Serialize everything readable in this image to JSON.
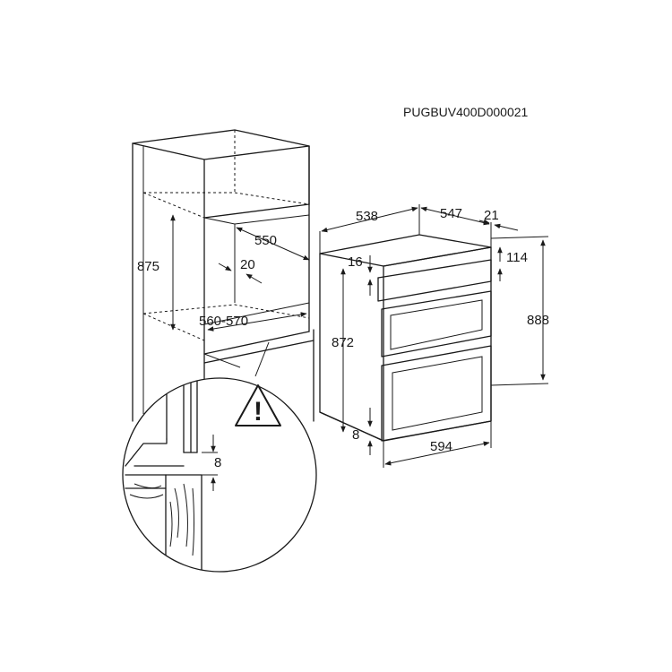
{
  "document_code": "PUGBUV400D000021",
  "warning_symbol": "!",
  "cabinet": {
    "niche_height": "875",
    "niche_depth": "550",
    "back_gap": "20",
    "niche_width": "560-570"
  },
  "detail": {
    "gap": "8"
  },
  "oven": {
    "depth": "538",
    "body_depth": "547",
    "front_thickness": "21",
    "panel_step": "16",
    "panel_height": "114",
    "body_height": "872",
    "total_height": "888",
    "bottom_gap": "8",
    "front_width": "594"
  }
}
